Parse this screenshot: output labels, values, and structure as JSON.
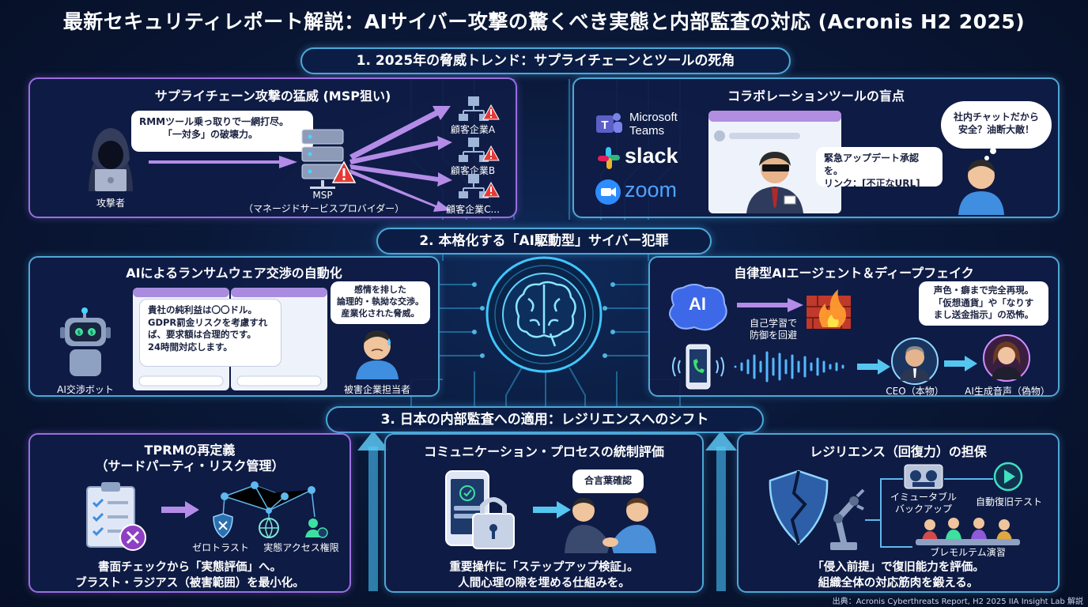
{
  "title": "最新セキュリティレポート解説：AIサイバー攻撃の驚くべき実態と内部監査の対応 (Acronis H2 2025)",
  "section1": {
    "heading": "1. 2025年の脅威トレンド：サプライチェーンとツールの死角",
    "supply_chain": {
      "title": "サプライチェーン攻撃の猛威 (MSP狙い)",
      "bubble": [
        "RMMツール乗っ取りで一網打尽。",
        "「一対多」の破壊力。"
      ],
      "attacker_label": "攻撃者",
      "msp_label": "MSP",
      "msp_sub": "（マネージドサービスプロバイダー）",
      "clients": [
        "顧客企業A",
        "顧客企業B",
        "顧客企業C..."
      ]
    },
    "collab": {
      "title": "コラボレーションツールの盲点",
      "logos": [
        "Microsoft",
        "Teams",
        "slack",
        "zoom"
      ],
      "chat_bubble": [
        "緊急アップデート承認を。",
        "リンク：[不正なURL]"
      ],
      "thought_bubble": [
        "社内チャットだから",
        "安全？油断大敵！"
      ]
    }
  },
  "section2": {
    "heading": "2. 本格化する「AI駆動型」サイバー犯罪",
    "ransom": {
      "title": "AIによるランサムウェア交渉の自動化",
      "chat_text": [
        "貴社の純利益は〇〇ドル。",
        "GDPR罰金リスクを考慮すれ",
        "ば、要求額は合理的です。",
        "24時間対応します。"
      ],
      "bubble": [
        "感情を排した",
        "論理的・執拗な交渉。",
        "産業化された脅威。"
      ],
      "bot_label": "AI交渉ボット",
      "victim_label": "被害企業担当者"
    },
    "agent": {
      "title": "自律型AIエージェント＆ディープフェイク",
      "ai_text": "AI",
      "learn_label": [
        "自己学習で",
        "防御を回避"
      ],
      "bubble": [
        "声色・癖まで完全再現。",
        "「仮想通貨」や「なりす",
        "まし送金指示」の恐怖。"
      ],
      "ceo_label": "CEO（本物）",
      "fake_label": "AI生成音声（偽物）"
    }
  },
  "section3": {
    "heading": "3. 日本の内部監査への適用：レジリエンスへのシフト",
    "tprm": {
      "title": [
        "TPRMの再定義",
        "（サードパーティ・リスク管理）"
      ],
      "zero_trust": "ゼロトラスト",
      "access": "実態アクセス権限",
      "caption": [
        "書面チェックから「実態評価」へ。",
        "ブラスト・ラジアス（被害範囲）を最小化。"
      ]
    },
    "comms": {
      "title": "コミュニケーション・プロセスの統制評価",
      "bubble": "合言葉確認",
      "caption": [
        "重要操作に「ステップアップ検証」。",
        "人間心理の隙を埋める仕組みを。"
      ]
    },
    "resilience": {
      "title": "レジリエンス（回復力）の担保",
      "backup": [
        "イミュータブル",
        "バックアップ"
      ],
      "test": "自動復旧テスト",
      "drill": "ブレモルテム演習",
      "caption": [
        "「侵入前提」で復旧能力を評価。",
        "組織全体の対応筋肉を鍛える。"
      ]
    }
  },
  "source": "出典：Acronis Cyberthreats Report, H2 2025 IIA Insight Lab 解説",
  "colors": {
    "purple": "#9b6ee0",
    "blue": "#4fa7d6",
    "background": "#0a1838",
    "alert": "#e53935"
  }
}
